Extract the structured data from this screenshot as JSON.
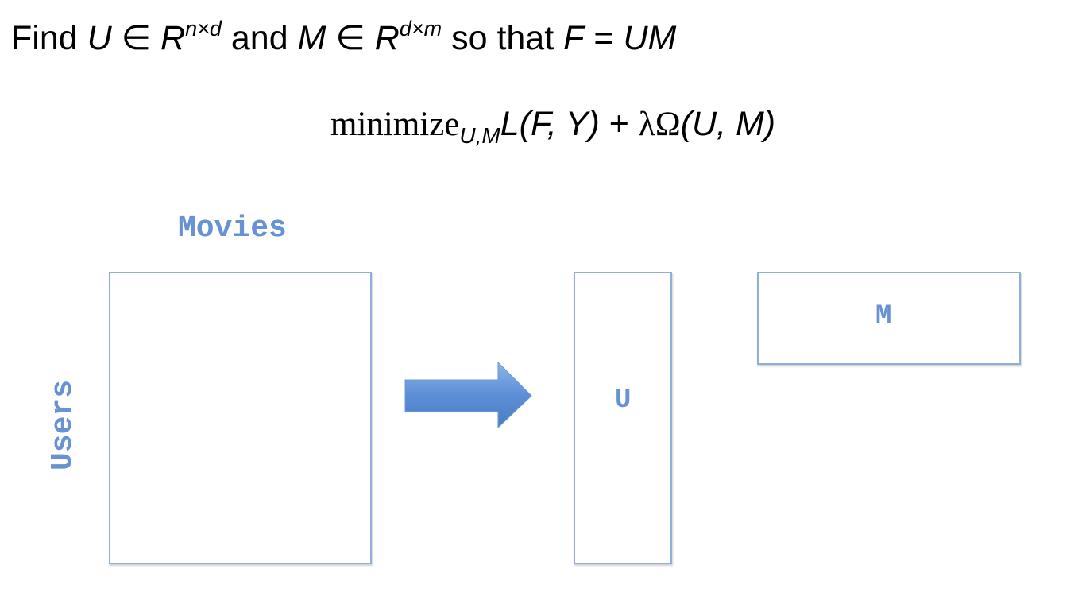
{
  "formula": {
    "find": "Find",
    "u": "U",
    "in1": "∈",
    "r1": "R",
    "dim1": "n×d",
    "and": "and",
    "m": "M",
    "in2": "∈",
    "r2": "R",
    "dim2": "d×m",
    "so_that": "so that",
    "f": "F",
    "eq": "=",
    "um": "UM"
  },
  "objective": {
    "minimize": "minimize",
    "sub": "U,M",
    "loss": "L",
    "loss_args": "(F, Y)",
    "plus": "+",
    "lambda": "λ",
    "omega": "Ω",
    "reg_args": "(U, M)"
  },
  "diagram": {
    "columns_label": "Movies",
    "rows_label": "Users",
    "u_label": "U",
    "m_label": "M",
    "arrow_color": "#5b8fd6",
    "label_color": "#6792d3",
    "box_border_color": "#8faed9"
  }
}
